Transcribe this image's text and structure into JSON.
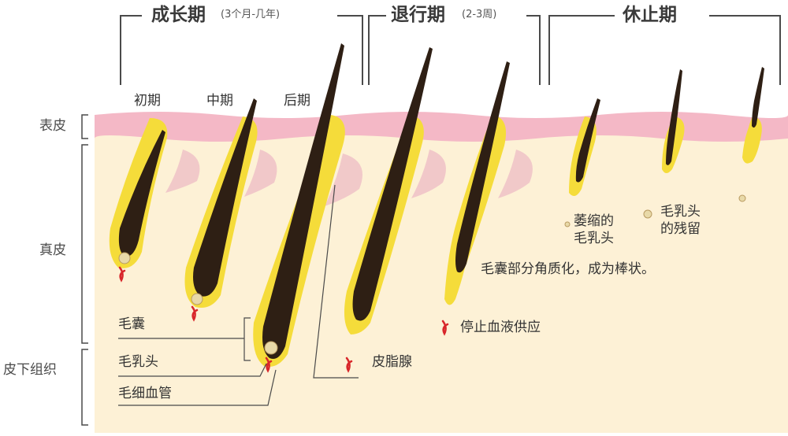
{
  "phases": [
    {
      "name": "成长期",
      "duration": "(3个月-几年)"
    },
    {
      "name": "退行期",
      "duration": "(2-3周)"
    },
    {
      "name": "休止期",
      "duration": ""
    }
  ],
  "growth_stages": [
    "初期",
    "中期",
    "后期"
  ],
  "skin_layers": [
    "表皮",
    "真皮",
    "皮下组织"
  ],
  "structure_labels": [
    "毛囊",
    "毛乳头",
    "毛细血管",
    "皮脂腺"
  ],
  "annotations": {
    "papilla_shrink": "萎缩的\n毛乳头",
    "papilla_remnant": "毛乳头\n的残留",
    "keratinized": "毛囊部分角质化，成为棒状。",
    "stop_blood": "停止血液供应"
  },
  "colors": {
    "epidermis": "#f4b8c6",
    "dermis": "#fdf1d6",
    "follicle": "#f5dc3a",
    "hair": "#2e1f14",
    "sebaceous": "#f0c4c8",
    "vessel": "#d8262a",
    "bracket": "#4a4a4a"
  }
}
